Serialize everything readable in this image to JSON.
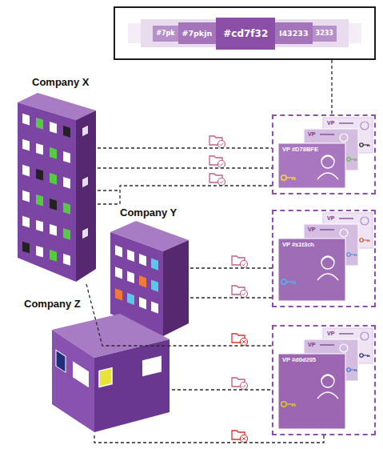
{
  "diagram": {
    "nodes": [
      {
        "text": [
          "#7pk",
          "#7pkjn",
          "#cd7f32",
          "l43233",
          "3233"
        ]
      },
      {
        "text": [
          "Company X"
        ]
      },
      {
        "text": []
      },
      {
        "text": [
          "VP"
        ],
        "in": 2
      },
      {
        "text": [
          "VP"
        ],
        "in": 2
      },
      {
        "text": [
          "VP #D78BFE"
        ],
        "in": 2
      },
      {
        "text": [
          "Company Y"
        ]
      },
      {
        "text": []
      },
      {
        "text": [
          "VP"
        ],
        "in": 7
      },
      {
        "text": [
          "VP"
        ],
        "in": 7
      },
      {
        "text": [
          "VP #s1t3ch"
        ],
        "in": 7
      },
      {
        "text": [
          "Company Z"
        ]
      },
      {
        "text": []
      },
      {
        "text": [
          "VP"
        ],
        "in": 12
      },
      {
        "text": [
          "VP"
        ],
        "in": 12
      },
      {
        "text": [
          "VP #d0d205"
        ],
        "in": 12
      }
    ],
    "edges": [
      {
        "from": 0,
        "to": 2,
        "arrow": "none"
      },
      {
        "from": 1,
        "to": 2,
        "arrow": "none"
      },
      {
        "from": 1,
        "to": 2,
        "arrow": "none"
      },
      {
        "from": 1,
        "to": 2,
        "arrow": "none"
      },
      {
        "from": 6,
        "to": 7,
        "arrow": "none"
      },
      {
        "from": 6,
        "to": 7,
        "arrow": "none"
      },
      {
        "from": 1,
        "to": 12,
        "arrow": "none"
      },
      {
        "from": 11,
        "to": 12,
        "arrow": "none"
      },
      {
        "from": 11,
        "to": 12,
        "arrow": "none"
      }
    ]
  }
}
